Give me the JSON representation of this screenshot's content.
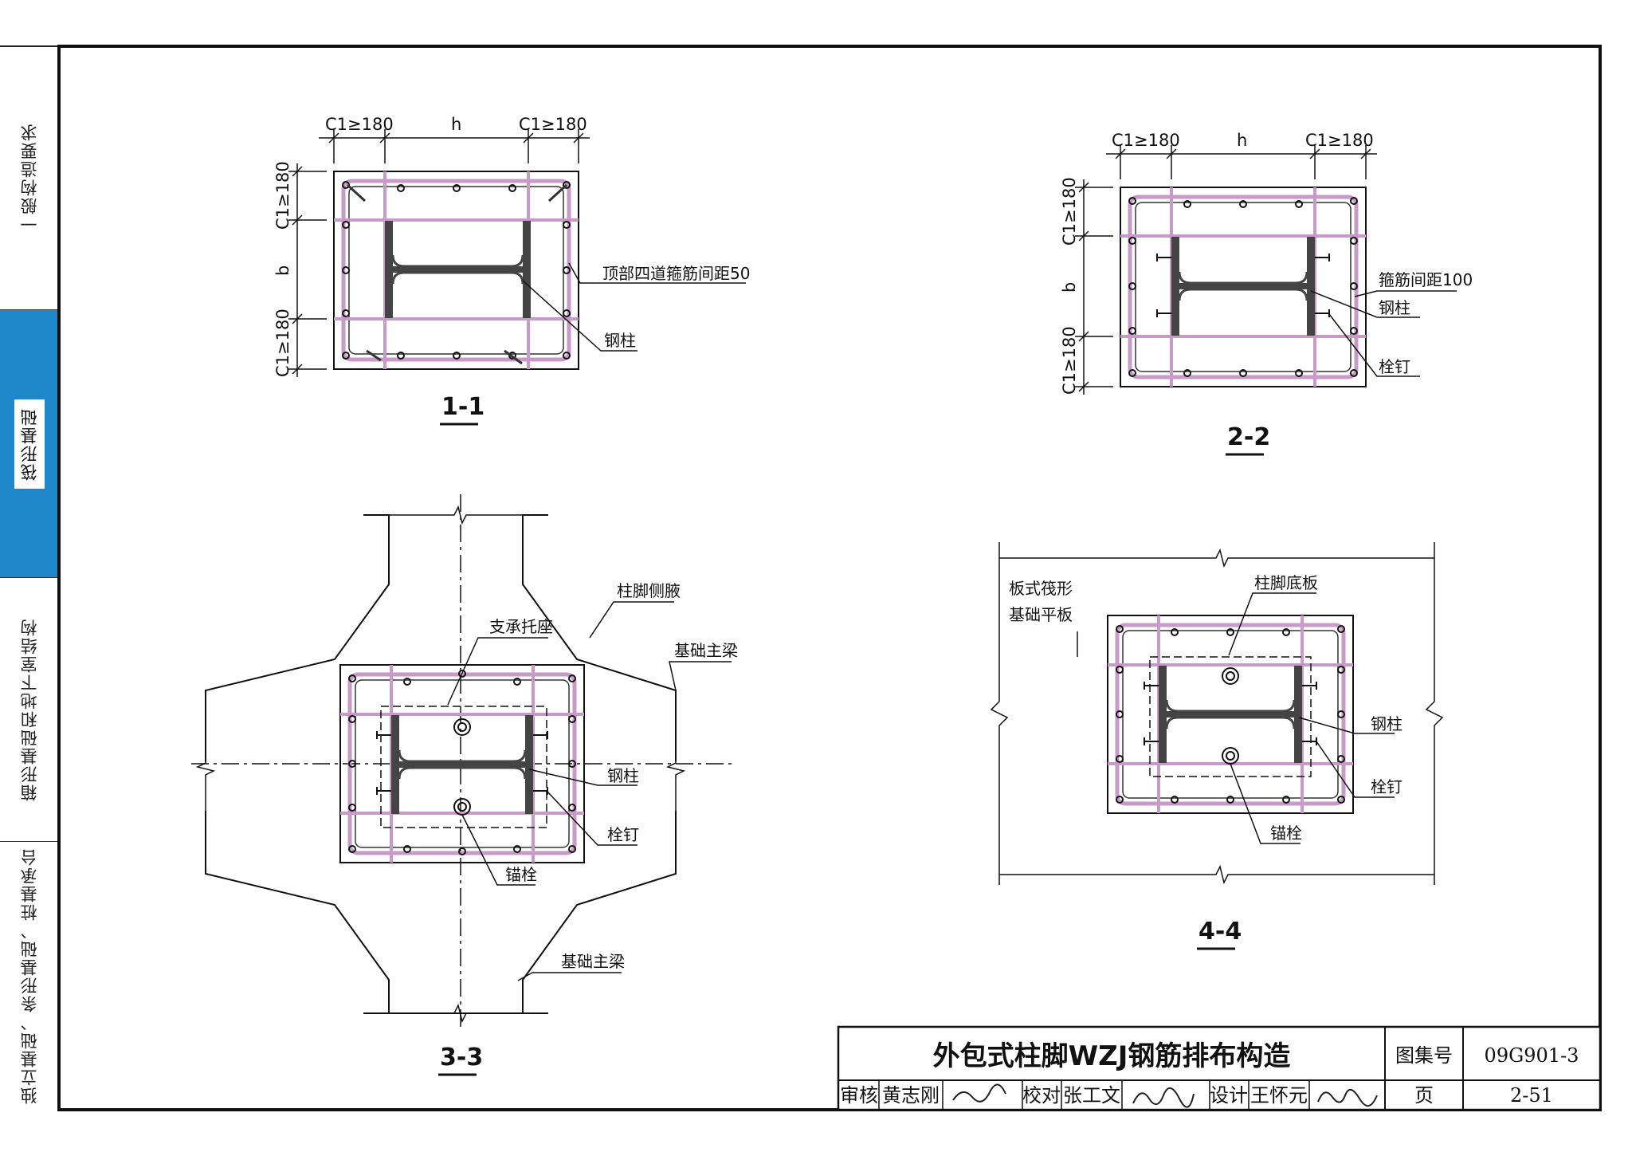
{
  "sidebar": {
    "tabs": [
      {
        "label": "一般构造要求",
        "active": false
      },
      {
        "label": "筏形基础",
        "active": true
      },
      {
        "label": "箱形基础和地下室结构",
        "active": false
      },
      {
        "label": "独立基础、条形基础、桩基承台",
        "active": false
      }
    ]
  },
  "sections": {
    "s1": {
      "title": "1-1",
      "dim_c1": "C1≥180",
      "dim_h": "h",
      "dim_b": "b",
      "note_top": "顶部四道箍筋间距50",
      "note_column": "钢柱"
    },
    "s2": {
      "title": "2-2",
      "dim_c1": "C1≥180",
      "dim_h": "h",
      "dim_b": "b",
      "note_stirrup": "箍筋间距100",
      "note_column": "钢柱",
      "note_stud": "栓钉"
    },
    "s3": {
      "title": "3-3",
      "note_haunch": "柱脚侧腋",
      "note_seat": "支承托座",
      "note_beam_right": "基础主梁",
      "note_column": "钢柱",
      "note_stud": "栓钉",
      "note_bolt": "锚栓",
      "note_beam_bottom": "基础主梁"
    },
    "s4": {
      "title": "4-4",
      "note_slab_line1": "板式筏形",
      "note_slab_line2": "基础平板",
      "note_baseplate": "柱脚底板",
      "note_column": "钢柱",
      "note_stud": "栓钉",
      "note_bolt": "锚栓"
    }
  },
  "title_block": {
    "drawing_title": "外包式柱脚WZJ钢筋排布构造",
    "atlas_label": "图集号",
    "atlas_number": "09G901-3",
    "review_label": "审核",
    "review_name": "黄志刚",
    "check_label": "校对",
    "check_name": "张工文",
    "design_label": "设计",
    "design_name": "王怀元",
    "page_label": "页",
    "page_number": "2-51"
  }
}
